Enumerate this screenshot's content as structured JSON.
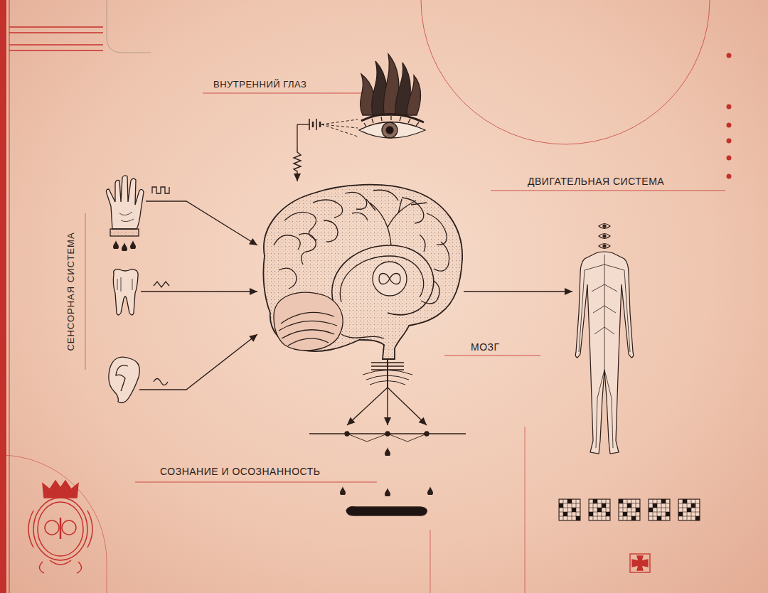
{
  "diagram": {
    "nodes": [
      {
        "text": [
          "ВНУТРЕННИЙ ГЛАЗ"
        ]
      },
      {
        "text": [
          "СЕНСОРНАЯ СИСТЕМА"
        ]
      },
      {
        "text": [
          "МОЗГ"
        ]
      },
      {
        "text": [
          "ДВИГАТЕЛЬНАЯ СИСТЕМА"
        ]
      },
      {
        "text": [
          "СОЗНАНИЕ И ОСОЗНАННОСТЬ"
        ]
      }
    ],
    "edges": [
      {
        "from": 0,
        "to": 2,
        "arrow": "to"
      },
      {
        "from": 1,
        "to": 2,
        "arrow": "to"
      },
      {
        "from": 1,
        "to": 2,
        "arrow": "to"
      },
      {
        "from": 1,
        "to": 2,
        "arrow": "to"
      },
      {
        "from": 2,
        "to": 3,
        "arrow": "to"
      },
      {
        "from": 2,
        "to": 4,
        "arrow": "to"
      }
    ]
  }
}
